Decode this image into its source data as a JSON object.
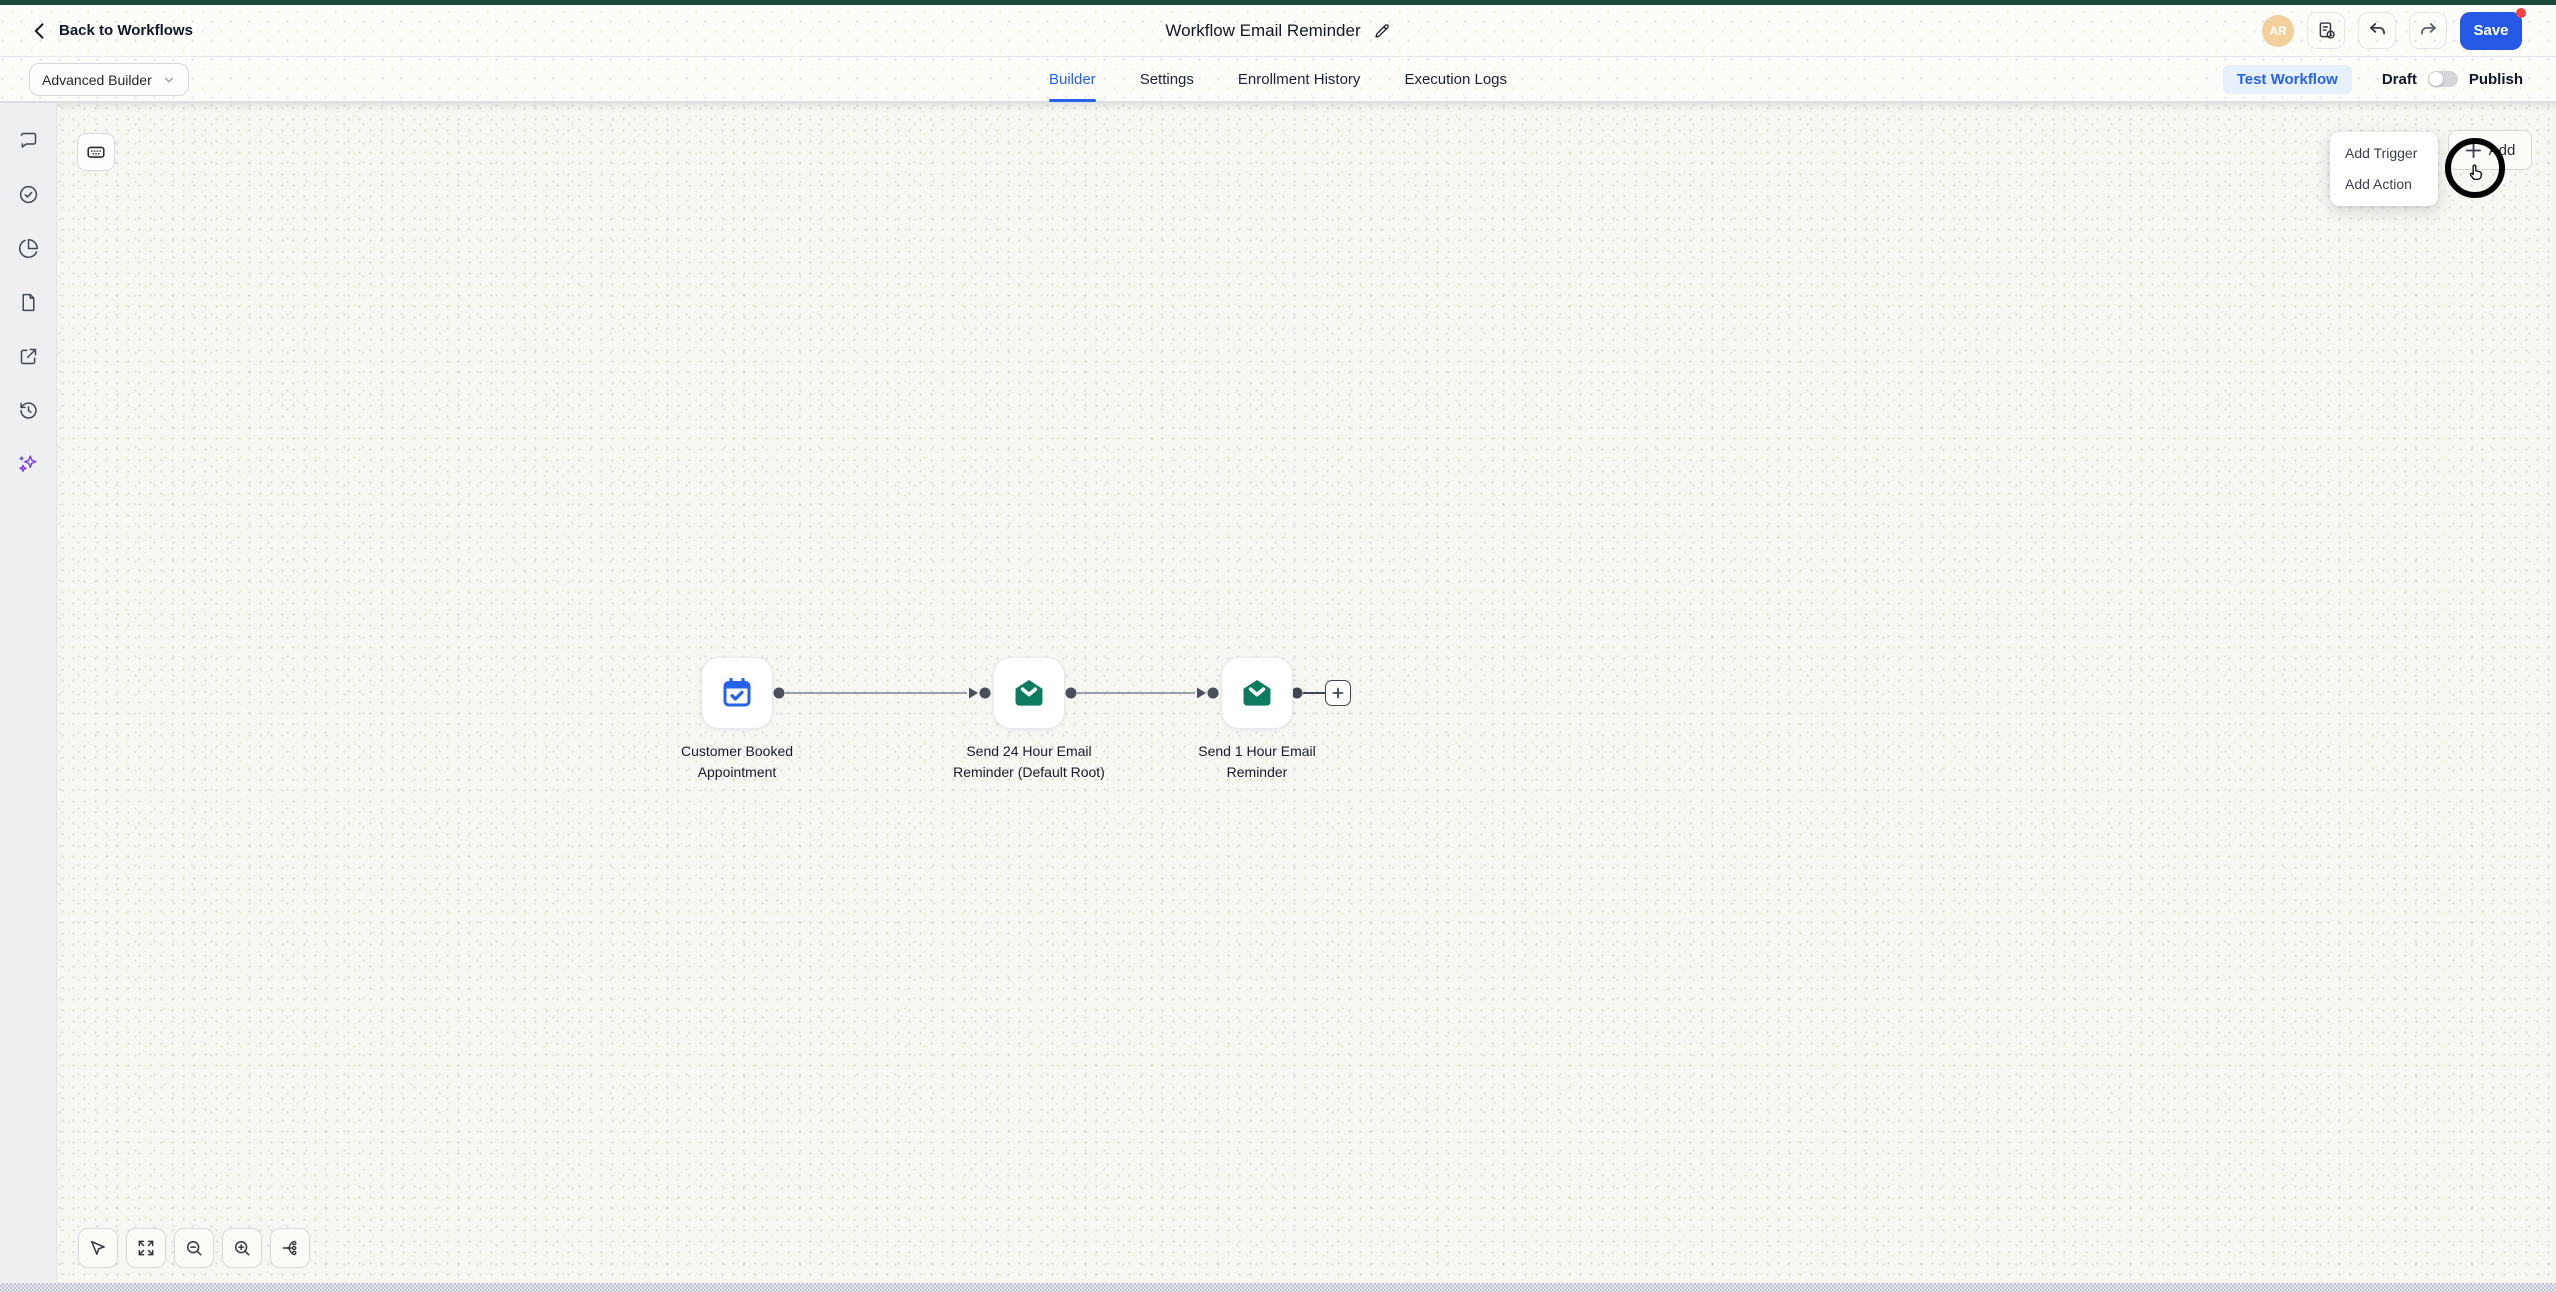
{
  "topbar": {
    "back_label": "Back to Workflows",
    "title": "Workflow Email Reminder",
    "avatar_initials": "AR",
    "save_label": "Save"
  },
  "builder_bar": {
    "mode_select": "Advanced Builder",
    "test_workflow": "Test Workflow",
    "draft": "Draft",
    "publish": "Publish",
    "draft_toggle_state": "off"
  },
  "tabs": [
    {
      "label": "Builder",
      "active": true
    },
    {
      "label": "Settings",
      "active": false
    },
    {
      "label": "Enrollment History",
      "active": false
    },
    {
      "label": "Execution Logs",
      "active": false
    }
  ],
  "canvas": {
    "nodes": [
      {
        "icon": "calendar-check-icon",
        "label_lines": [
          "Customer Booked",
          "Appointment"
        ]
      },
      {
        "icon": "email-icon",
        "label_lines": [
          "Send 24 Hour Email",
          "Reminder (Default Root)"
        ]
      },
      {
        "icon": "email-icon",
        "label_lines": [
          "Send 1 Hour Email",
          "Reminder"
        ]
      }
    ]
  },
  "add_menu": {
    "items": [
      {
        "label": "Add Trigger"
      },
      {
        "label": "Add Action"
      }
    ],
    "add_button": "Add"
  },
  "icons": {
    "sidebar": [
      "comment-icon",
      "check-circle-icon",
      "pie-chart-icon",
      "file-icon",
      "external-link-icon",
      "history-icon",
      "ai-sparkles-icon"
    ],
    "toolbar": [
      "cursor-icon",
      "fit-view-icon",
      "zoom-out-icon",
      "zoom-in-icon",
      "tree-layout-icon"
    ]
  },
  "colors": {
    "accent_blue": "#2563eb",
    "topbar_green": "#1e4837",
    "node_green": "#0d7c5e",
    "sparkle_purple": "#7c3aed",
    "alert_red": "#ef4444",
    "save_blue": "#2458e5"
  }
}
